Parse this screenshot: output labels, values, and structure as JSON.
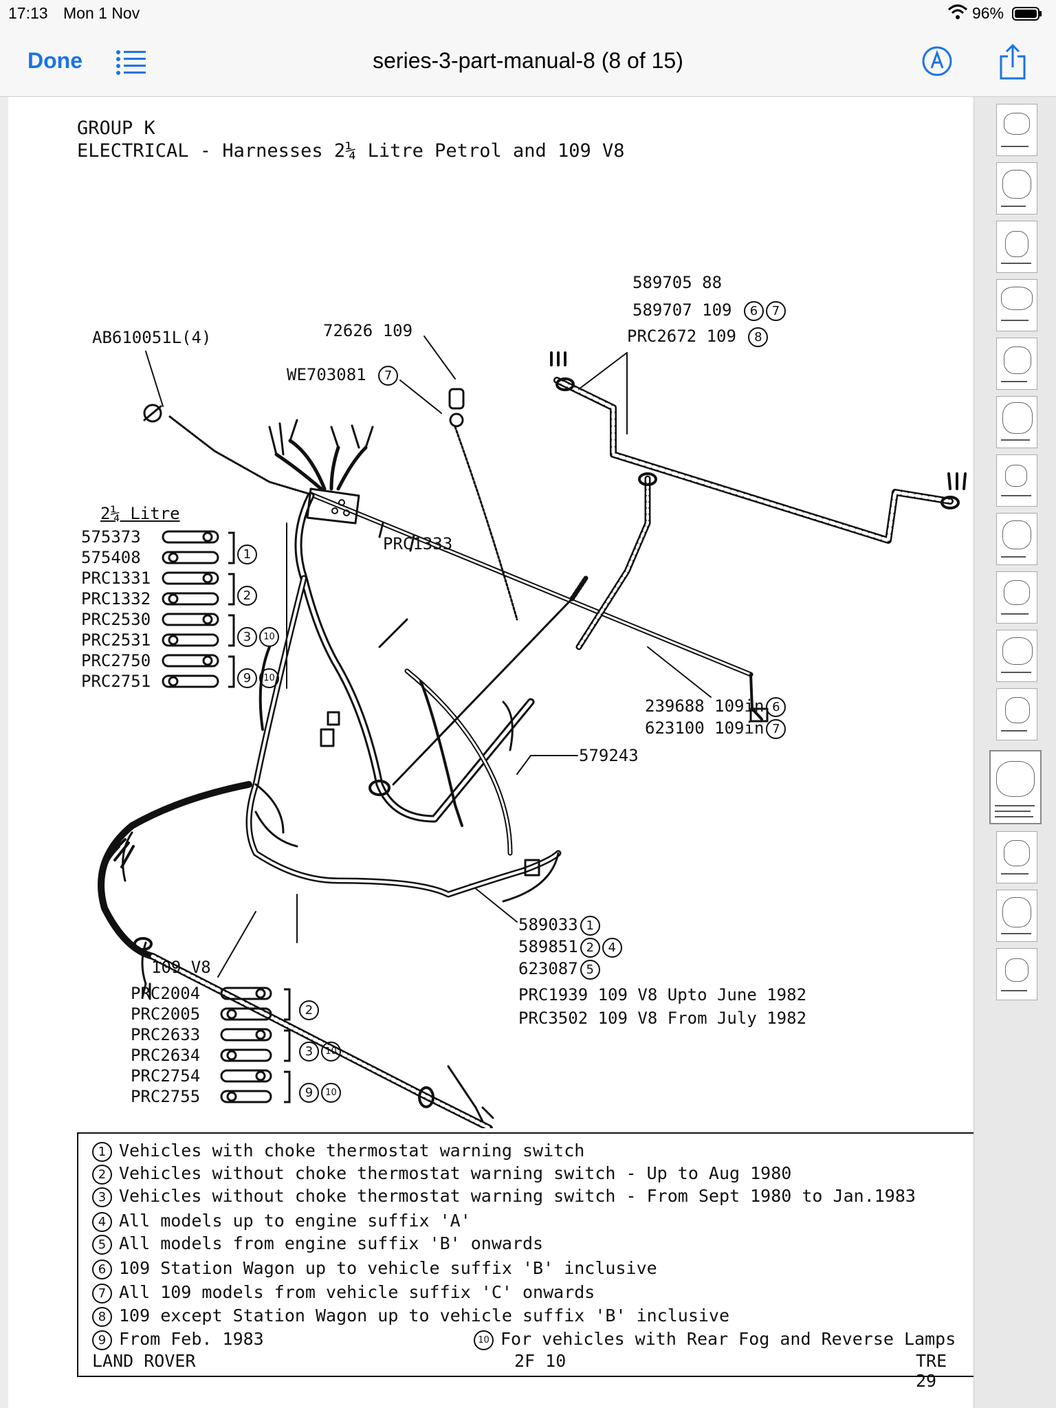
{
  "status": {
    "time": "17:13",
    "date": "Mon 1 Nov",
    "battery": "96%"
  },
  "nav": {
    "done": "Done",
    "title": "series-3-part-manual-8 (8 of 15)"
  },
  "doc": {
    "group": "GROUP K",
    "heading": "ELECTRICAL - Harnesses 2¼ Litre Petrol and 109 V8",
    "callouts": {
      "ab": "AB610051L(4)",
      "p72626": "72626 109",
      "we": "WE703081",
      "prc1333": "PRC1333",
      "p579243": "579243",
      "top1": "589705   88",
      "top2": "589707  109",
      "top3": "PRC2672  109",
      "r1": "239688  109in",
      "r2": "623100  109in",
      "b1": "589033",
      "b2": "589851",
      "b3": "623087",
      "b4": "PRC1939   109 V8   Upto June 1982",
      "b5": "PRC3502   109 V8   From July 1982"
    },
    "left_group": {
      "title": "2¼ Litre",
      "parts": [
        "575373",
        "575408",
        "PRC1331",
        "PRC1332",
        "PRC2530",
        "PRC2531",
        "PRC2750",
        "PRC2751"
      ]
    },
    "v8_group": {
      "title": "109 V8",
      "parts": [
        "PRC2004",
        "PRC2005",
        "PRC2633",
        "PRC2634",
        "PRC2754",
        "PRC2755"
      ]
    },
    "notes": [
      {
        "num": "1",
        "text": "Vehicles with choke thermostat warning switch"
      },
      {
        "num": "2",
        "text": "Vehicles without choke thermostat warning switch - Up to Aug 1980"
      },
      {
        "num": "3",
        "text": "Vehicles without choke thermostat warning switch - From Sept 1980 to Jan.1983"
      },
      {
        "num": "4",
        "text": "All models up to engine suffix 'A'"
      },
      {
        "num": "5",
        "text": "All models from engine suffix 'B' onwards"
      },
      {
        "num": "6",
        "text": "109 Station Wagon up to vehicle suffix 'B' inclusive"
      },
      {
        "num": "7",
        "text": "All 109 models from vehicle suffix 'C' onwards"
      },
      {
        "num": "8",
        "text": "109 except Station Wagon up to vehicle suffix 'B' inclusive"
      },
      {
        "num": "9",
        "text": "From Feb. 1983"
      },
      {
        "num": "10",
        "text": "For vehicles with Rear Fog and Reverse Lamps"
      }
    ],
    "footer_left": "LAND ROVER",
    "footer_mid": "2F 10",
    "footer_right": "TRE 29"
  },
  "icons": {
    "list": "list-icon",
    "markup": "markup-pen-icon",
    "share": "share-icon"
  },
  "colors": {
    "accent": "#1a73e8"
  }
}
